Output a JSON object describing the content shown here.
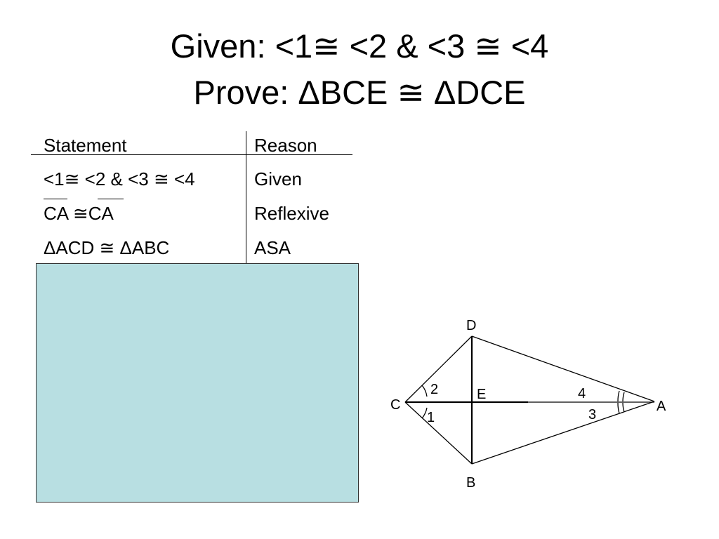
{
  "title": {
    "given": "Given: <1≅ <2 & <3 ≅ <4",
    "prove": "Prove: ΔBCE ≅ ΔDCE"
  },
  "table": {
    "headers": [
      "Statement",
      "Reason"
    ],
    "rows": [
      {
        "statement": "<1≅ <2 & <3 ≅ <4",
        "reason": "Given"
      },
      {
        "statement": "CA ≅CA",
        "reason": "Reflexive"
      },
      {
        "statement": "ΔACD ≅ ΔABC",
        "reason": "ASA"
      }
    ]
  },
  "diagram": {
    "points": {
      "C": "C",
      "D": "D",
      "E": "E",
      "A": "A",
      "B": "B"
    },
    "angles": {
      "a1": "1",
      "a2": "2",
      "a3": "3",
      "a4": "4"
    }
  },
  "colors": {
    "cover": "#b8dfe2",
    "line": "#000000"
  }
}
